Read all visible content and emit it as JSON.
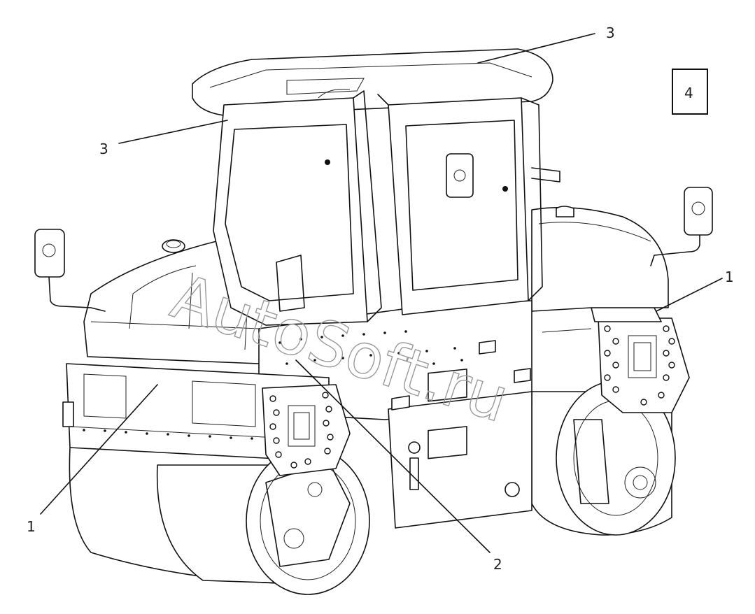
{
  "diagram": {
    "callouts": {
      "roof_right": "3",
      "roof_left": "3",
      "box": "4",
      "drum_rear": "1",
      "drum_front": "1",
      "body_center": "2"
    },
    "watermark": "AutoSoft.ru"
  }
}
